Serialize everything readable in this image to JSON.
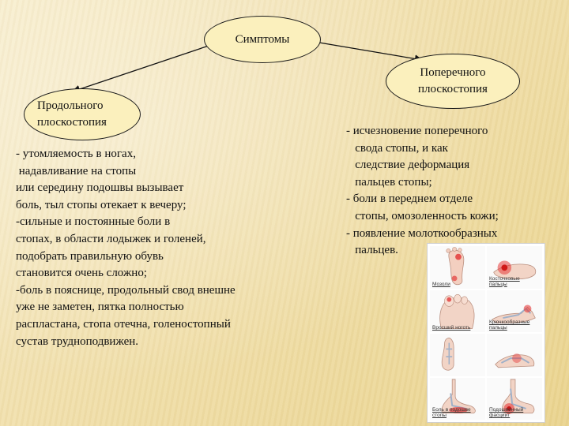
{
  "diagram": {
    "root": {
      "label": "Симптомы"
    },
    "left_node": {
      "label": "Продольного\nплоскостопия"
    },
    "right_node": {
      "label": "Поперечного\nплоскостопия"
    },
    "left_text": "- утомляемость в ногах,\n надавливание на стопы\nили середину подошвы вызывает\nболь, тыл стопы отекает к вечеру;\n-сильные и постоянные боли в\nстопах, в области лодыжек и голеней,\nподобрать правильную обувь\nстановится очень сложно;\n-боль в пояснице, продольный свод внешне\nуже не заметен, пятка полностью\nраспластана, стопа отечна, голеностопный\nсустав трудноподвижен.",
    "right_text": "- исчезновение поперечного\n   свода стопы, и как\n   следствие деформация\n   пальцев стопы;\n- боли в переднем отделе\n   стопы, омозоленность кожи;\n- появление молоткообразных\n   пальцев."
  },
  "figure": {
    "panels": [
      {
        "caption": "Мозоли",
        "icon": "foot-sole-calluses-icon"
      },
      {
        "caption": "Косточковые\nпальцы",
        "icon": "bunion-icon"
      },
      {
        "caption": "Вросший ноготь",
        "icon": "ingrown-nail-icon"
      },
      {
        "caption": "Крючкообразные\nпальцы",
        "icon": "hammer-toes-icon"
      },
      {
        "caption": "",
        "icon": "foot-bones-icon"
      },
      {
        "caption": "",
        "icon": "foot-side-icon"
      },
      {
        "caption": "Боль в подошве\nстопы",
        "icon": "sole-pain-icon"
      },
      {
        "caption": "Подошвенный\nфасциит",
        "icon": "plantar-fasciitis-icon"
      }
    ]
  }
}
